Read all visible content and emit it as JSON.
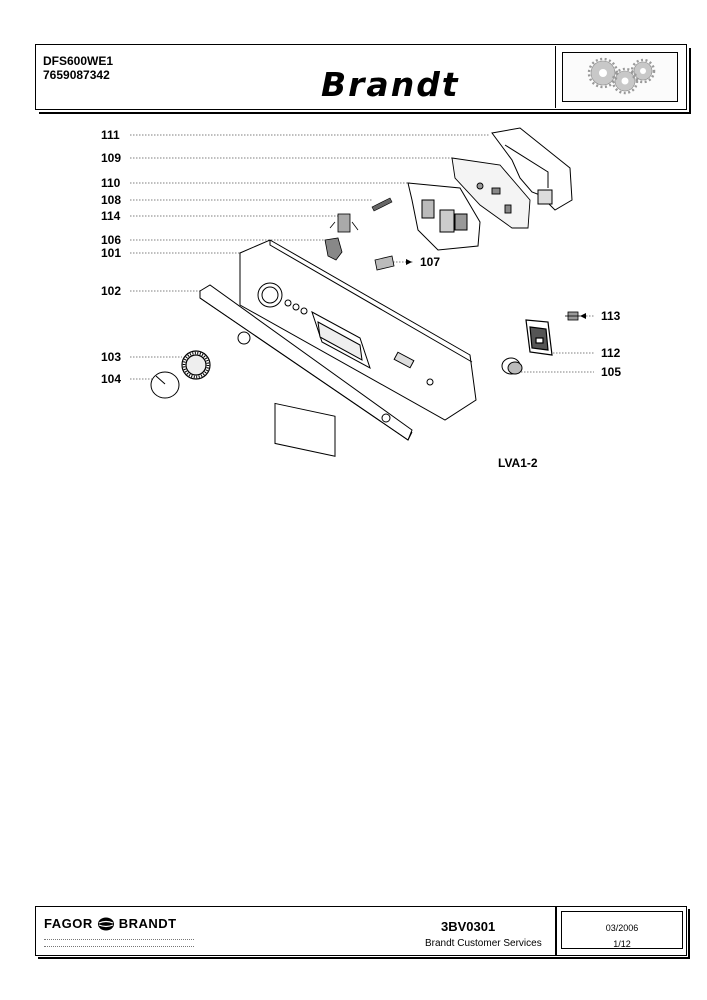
{
  "header": {
    "model": "DFS600WE1",
    "part_number": "7659087342",
    "brand": "Brandt",
    "logo_icon": "gears-icon"
  },
  "diagram": {
    "reference": "LVA1-2",
    "callouts": {
      "c111": "111",
      "c109": "109",
      "c110": "110",
      "c108": "108",
      "c114": "114",
      "c106": "106",
      "c101": "101",
      "c107": "107",
      "c102": "102",
      "c113": "113",
      "c103": "103",
      "c112": "112",
      "c104": "104",
      "c105": "105"
    }
  },
  "footer": {
    "company": "FAGOR",
    "company2": "BRANDT",
    "document_code": "3BV0301",
    "service_name": "Brandt Customer Services",
    "date": "03/2006",
    "page": "1/12"
  }
}
